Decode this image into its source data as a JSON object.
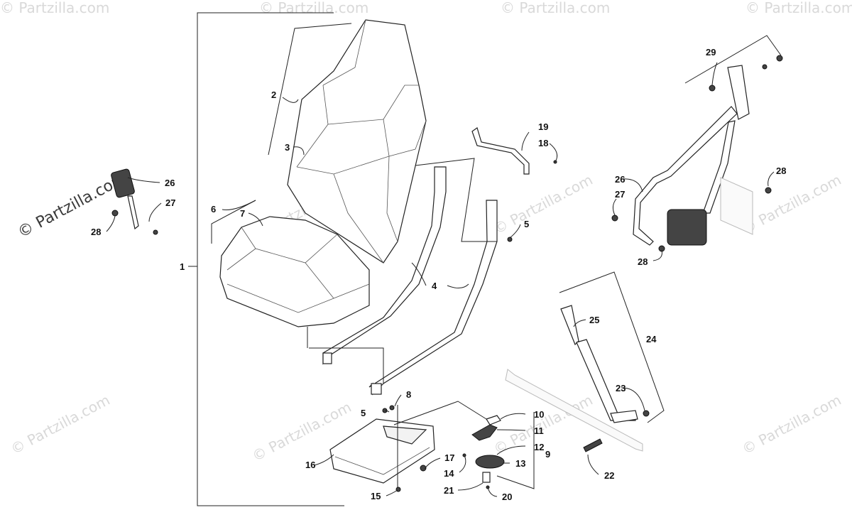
{
  "watermarks": {
    "brand_large": "© Partzilla.com",
    "brand_small": "© Partzilla.com"
  },
  "callouts": {
    "c1": "1",
    "c2": "2",
    "c3": "3",
    "c4": "4",
    "c5a": "5",
    "c5b": "5",
    "c6": "6",
    "c7": "7",
    "c8": "8",
    "c9": "9",
    "c10": "10",
    "c11": "11",
    "c12": "12",
    "c13": "13",
    "c14": "14",
    "c15": "15",
    "c16": "16",
    "c17": "17",
    "c18": "18",
    "c19": "19",
    "c20": "20",
    "c21": "21",
    "c22": "22",
    "c23": "23",
    "c24": "24",
    "c25": "25",
    "c26a": "26",
    "c26b": "26",
    "c27a": "27",
    "c27b": "27",
    "c28a": "28",
    "c28b": "28",
    "c28c": "28",
    "c29": "29"
  }
}
